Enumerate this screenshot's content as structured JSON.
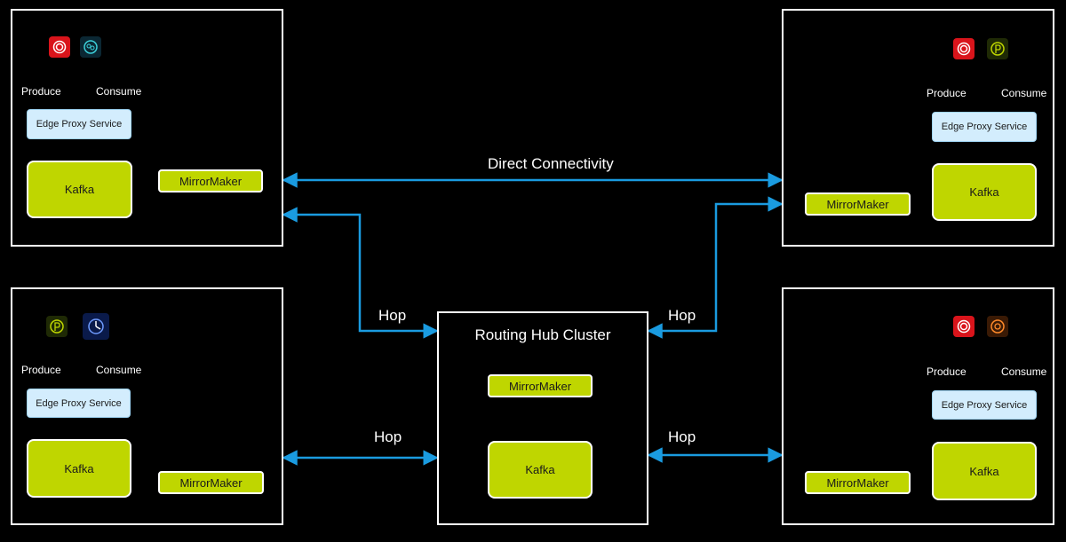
{
  "labels": {
    "produce": "Produce",
    "consume": "Consume",
    "edge_proxy": "Edge Proxy Service",
    "kafka": "Kafka",
    "mirrormaker": "MirrorMaker",
    "direct_connectivity": "Direct Connectivity",
    "hop": "Hop",
    "routing_hub": "Routing Hub Cluster"
  },
  "colors": {
    "background": "#000000",
    "border": "#ffffff",
    "kafka_green": "#bfd600",
    "edge_proxy_blue": "#d3edfd",
    "arrow_blue": "#1a9be0"
  },
  "icons": {
    "top_left": [
      "red-swirl-app-icon",
      "cyan-circle-app-icon"
    ],
    "top_right": [
      "red-swirl-app-icon",
      "green-p-app-icon"
    ],
    "bottom_left": [
      "green-p-app-icon",
      "blue-clock-app-icon"
    ],
    "bottom_right": [
      "red-swirl-app-icon",
      "orange-flower-app-icon"
    ]
  }
}
